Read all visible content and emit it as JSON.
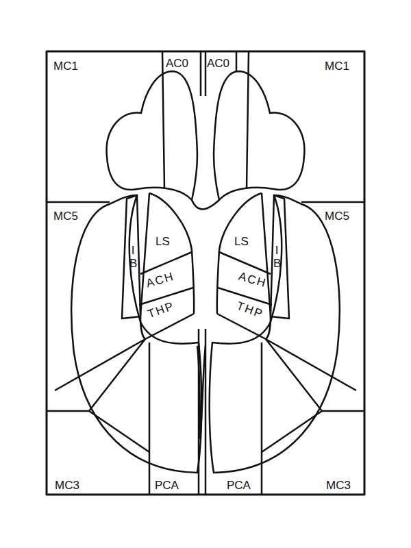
{
  "diagram": {
    "labels": [
      "MC1",
      "AC0",
      "AC0",
      "MC1",
      "MC5",
      "LS",
      "LS",
      "MC5",
      "IB",
      "ACH",
      "ACH",
      "IB",
      "THP",
      "THP",
      "MC3",
      "PCA",
      "PCA",
      "MC3"
    ]
  }
}
